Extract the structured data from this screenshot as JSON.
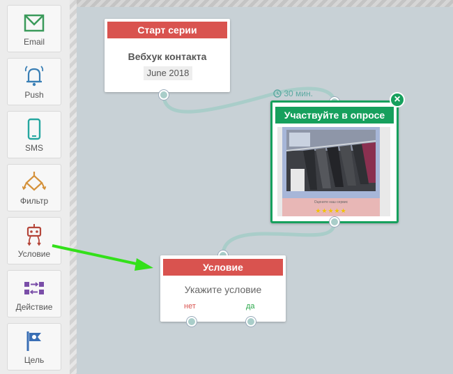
{
  "sidebar": {
    "items": [
      {
        "label": "Email",
        "icon": "email-icon",
        "color": "#3a9a5a"
      },
      {
        "label": "Push",
        "icon": "bell-icon",
        "color": "#3a7fb5"
      },
      {
        "label": "SMS",
        "icon": "phone-icon",
        "color": "#26a7a0"
      },
      {
        "label": "Фильтр",
        "icon": "filter-icon",
        "color": "#d4913a"
      },
      {
        "label": "Условие",
        "icon": "condition-icon",
        "color": "#b5463a"
      },
      {
        "label": "Действие",
        "icon": "action-icon",
        "color": "#7a4ea8"
      },
      {
        "label": "Цель",
        "icon": "flag-icon",
        "color": "#3a6fb5"
      }
    ]
  },
  "nodes": {
    "start": {
      "header": "Старт серии",
      "title": "Вебхук контакта",
      "subtitle": "June 2018"
    },
    "survey": {
      "header": "Участвуйте в опросе",
      "delay": "30 мин.",
      "preview_text": "Оцените наш сервис",
      "rating_stars": 5
    },
    "condition": {
      "header": "Условие",
      "title": "Укажите условие",
      "no_label": "нет",
      "yes_label": "да"
    }
  },
  "colors": {
    "accent_green": "#16a05d",
    "accent_red": "#d9534f",
    "connector": "#a9cdc9",
    "pointer_arrow": "#33e01a"
  }
}
